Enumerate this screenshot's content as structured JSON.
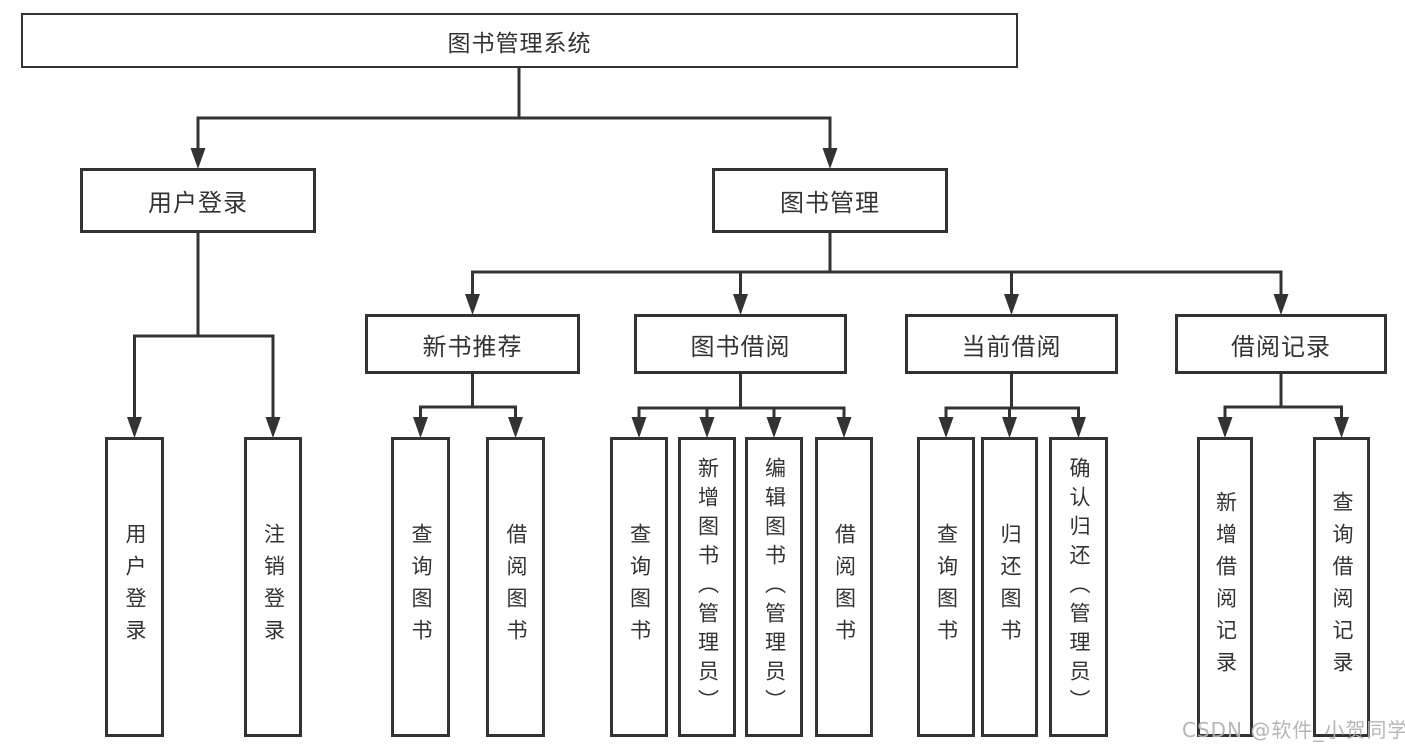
{
  "tree": {
    "root": "图书管理系统",
    "branches": [
      {
        "label": "用户登录",
        "children": [
          "用户登录",
          "注销登录"
        ]
      },
      {
        "label": "图书管理",
        "children": [
          {
            "label": "新书推荐",
            "children": [
              "查询图书",
              "借阅图书"
            ]
          },
          {
            "label": "图书借阅",
            "children": [
              "查询图书",
              "新增图书（管理员）",
              "编辑图书（管理员）",
              "借阅图书"
            ]
          },
          {
            "label": "当前借阅",
            "children": [
              "查询图书",
              "归还图书",
              "确认归还（管理员）"
            ]
          },
          {
            "label": "借阅记录",
            "children": [
              "新增借阅记录",
              "查询借阅记录"
            ]
          }
        ]
      }
    ]
  },
  "watermark": "CSDN @软件_小贺同学",
  "colors": {
    "line": "#333333",
    "box_background": "#ffffff",
    "text": "#333333",
    "watermark": "#b2b2b2"
  }
}
